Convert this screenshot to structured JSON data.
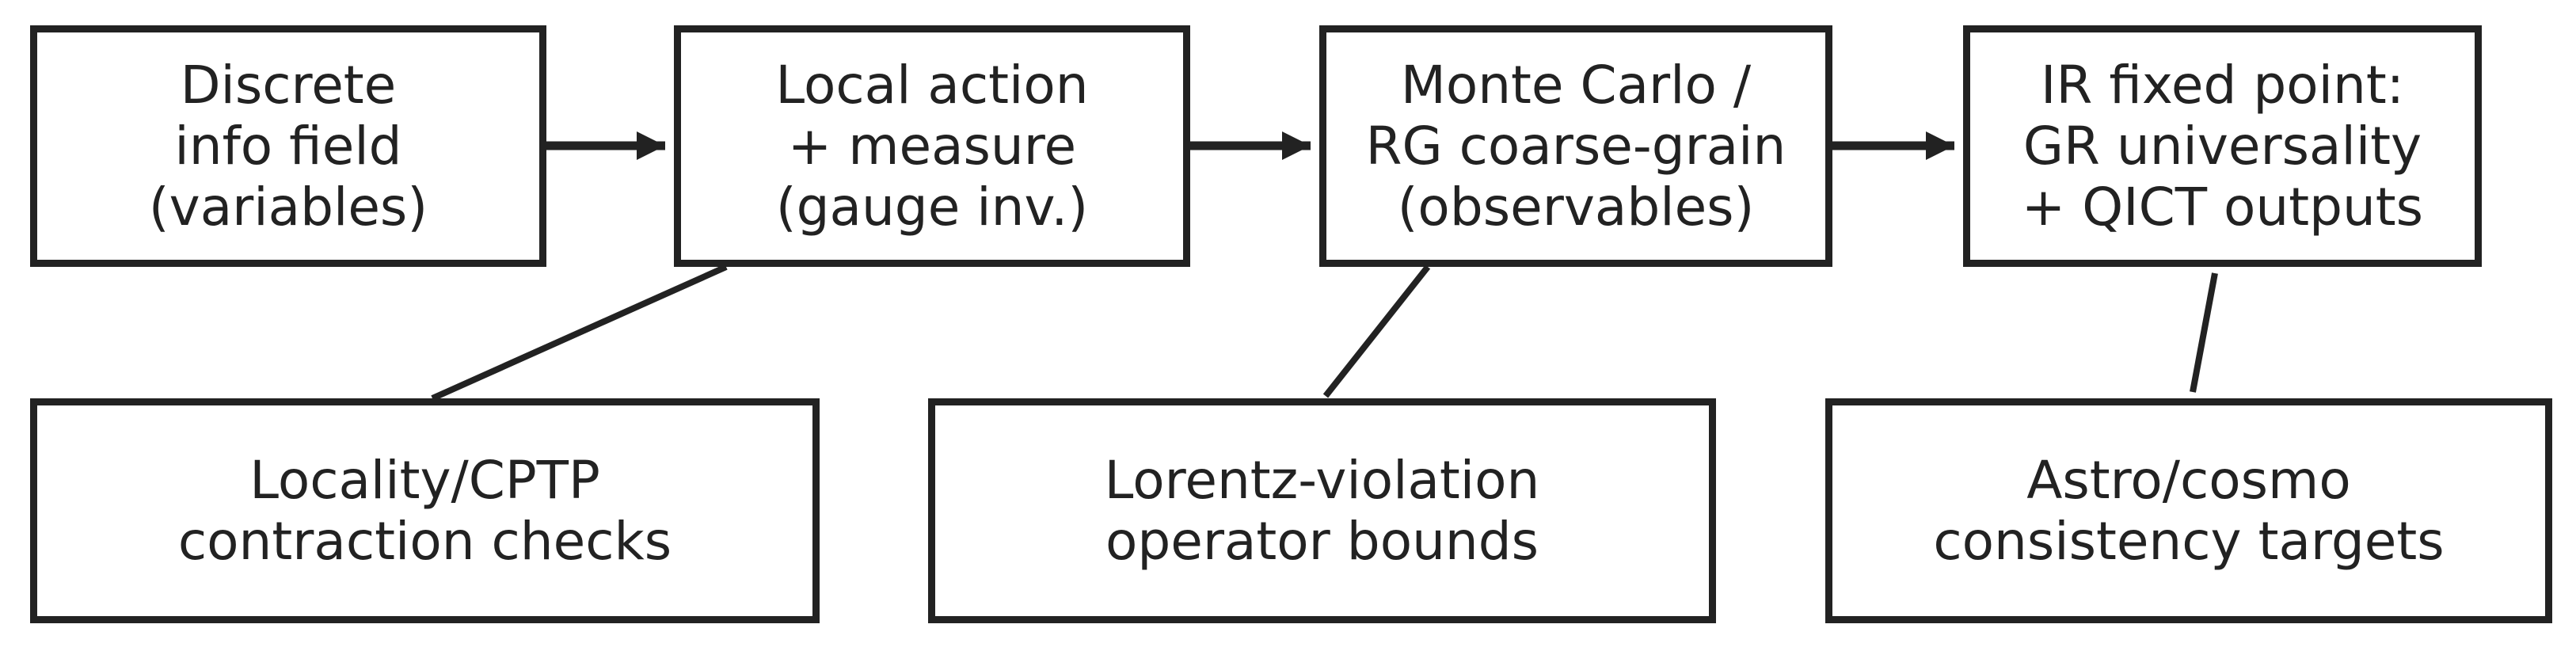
{
  "colors": {
    "stroke": "#222222",
    "background": "#ffffff"
  },
  "nodes": {
    "discrete": {
      "lines": [
        "Discrete",
        "info field",
        "(variables)"
      ]
    },
    "action": {
      "lines": [
        "Local action",
        "+ measure",
        "(gauge inv.)"
      ]
    },
    "montecarlo": {
      "lines": [
        "Monte Carlo /",
        "RG coarse-grain",
        "(observables)"
      ]
    },
    "irfixed": {
      "lines": [
        "IR fixed point:",
        "GR universality",
        "+ QICT outputs"
      ]
    },
    "locality": {
      "lines": [
        "Locality/CPTP",
        "contraction checks"
      ]
    },
    "lorentz": {
      "lines": [
        "Lorentz-violation",
        "operator bounds"
      ]
    },
    "astro": {
      "lines": [
        "Astro/cosmo",
        "consistency targets"
      ]
    }
  },
  "edges": [
    {
      "from": "discrete",
      "to": "action",
      "kind": "arrow"
    },
    {
      "from": "action",
      "to": "montecarlo",
      "kind": "arrow"
    },
    {
      "from": "montecarlo",
      "to": "irfixed",
      "kind": "arrow"
    },
    {
      "from": "action",
      "to": "locality",
      "kind": "line"
    },
    {
      "from": "montecarlo",
      "to": "lorentz",
      "kind": "line"
    },
    {
      "from": "irfixed",
      "to": "astro",
      "kind": "line"
    }
  ]
}
